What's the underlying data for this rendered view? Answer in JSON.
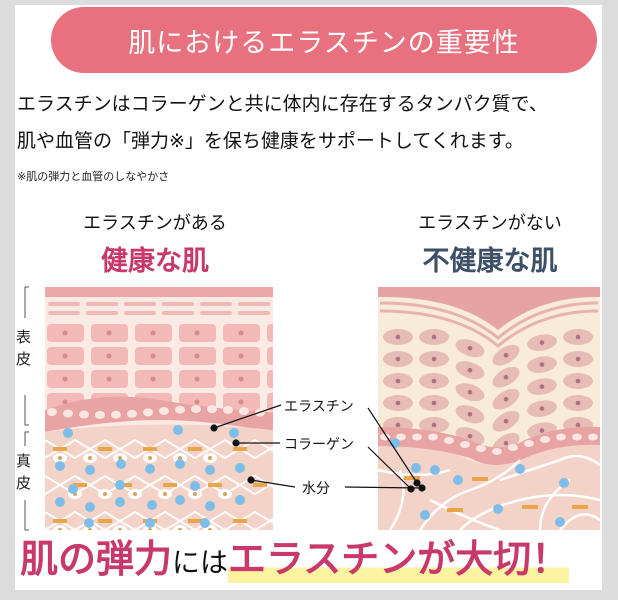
{
  "title": "肌におけるエラスチンの重要性",
  "description": [
    "エラスチンはコラーゲンと共に体内に存在するタンパク質で、",
    "肌や血管の「弾力※」を保ち健康をサポートしてくれます。"
  ],
  "note": "※肌の弾力と血管のしなやかさ",
  "healthy": {
    "subtitle": "エラスチンがある",
    "title": "健康な肌"
  },
  "unhealthy": {
    "subtitle": "エラスチンがない",
    "title": "不健康な肌"
  },
  "layers": {
    "epidermis": "表皮",
    "dermis": "真皮"
  },
  "labels": {
    "elastin": "エラスチン",
    "collagen": "コラーゲン",
    "water": "水分"
  },
  "bottom": {
    "part1": "肌の弾力",
    "part2": "には",
    "part3": "エラスチンが大切！"
  },
  "colors": {
    "pill": "#e8717f",
    "pink_text": "#c8386a",
    "navy_text": "#3d5068",
    "skin": "#f3d3c7",
    "cell": "#f2b9b6",
    "water": "#7fbde9",
    "elastin": "#e8a54a"
  }
}
